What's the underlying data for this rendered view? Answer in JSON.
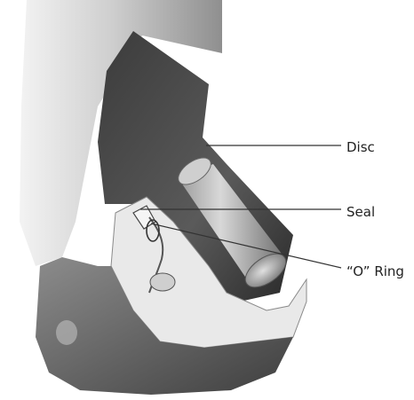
{
  "labels": {
    "disc": "Disc",
    "seal": "Seal",
    "o_ring": "“O” Ring"
  },
  "colors": {
    "background": "#ffffff",
    "leader_line": "#333333",
    "text": "#222222"
  }
}
